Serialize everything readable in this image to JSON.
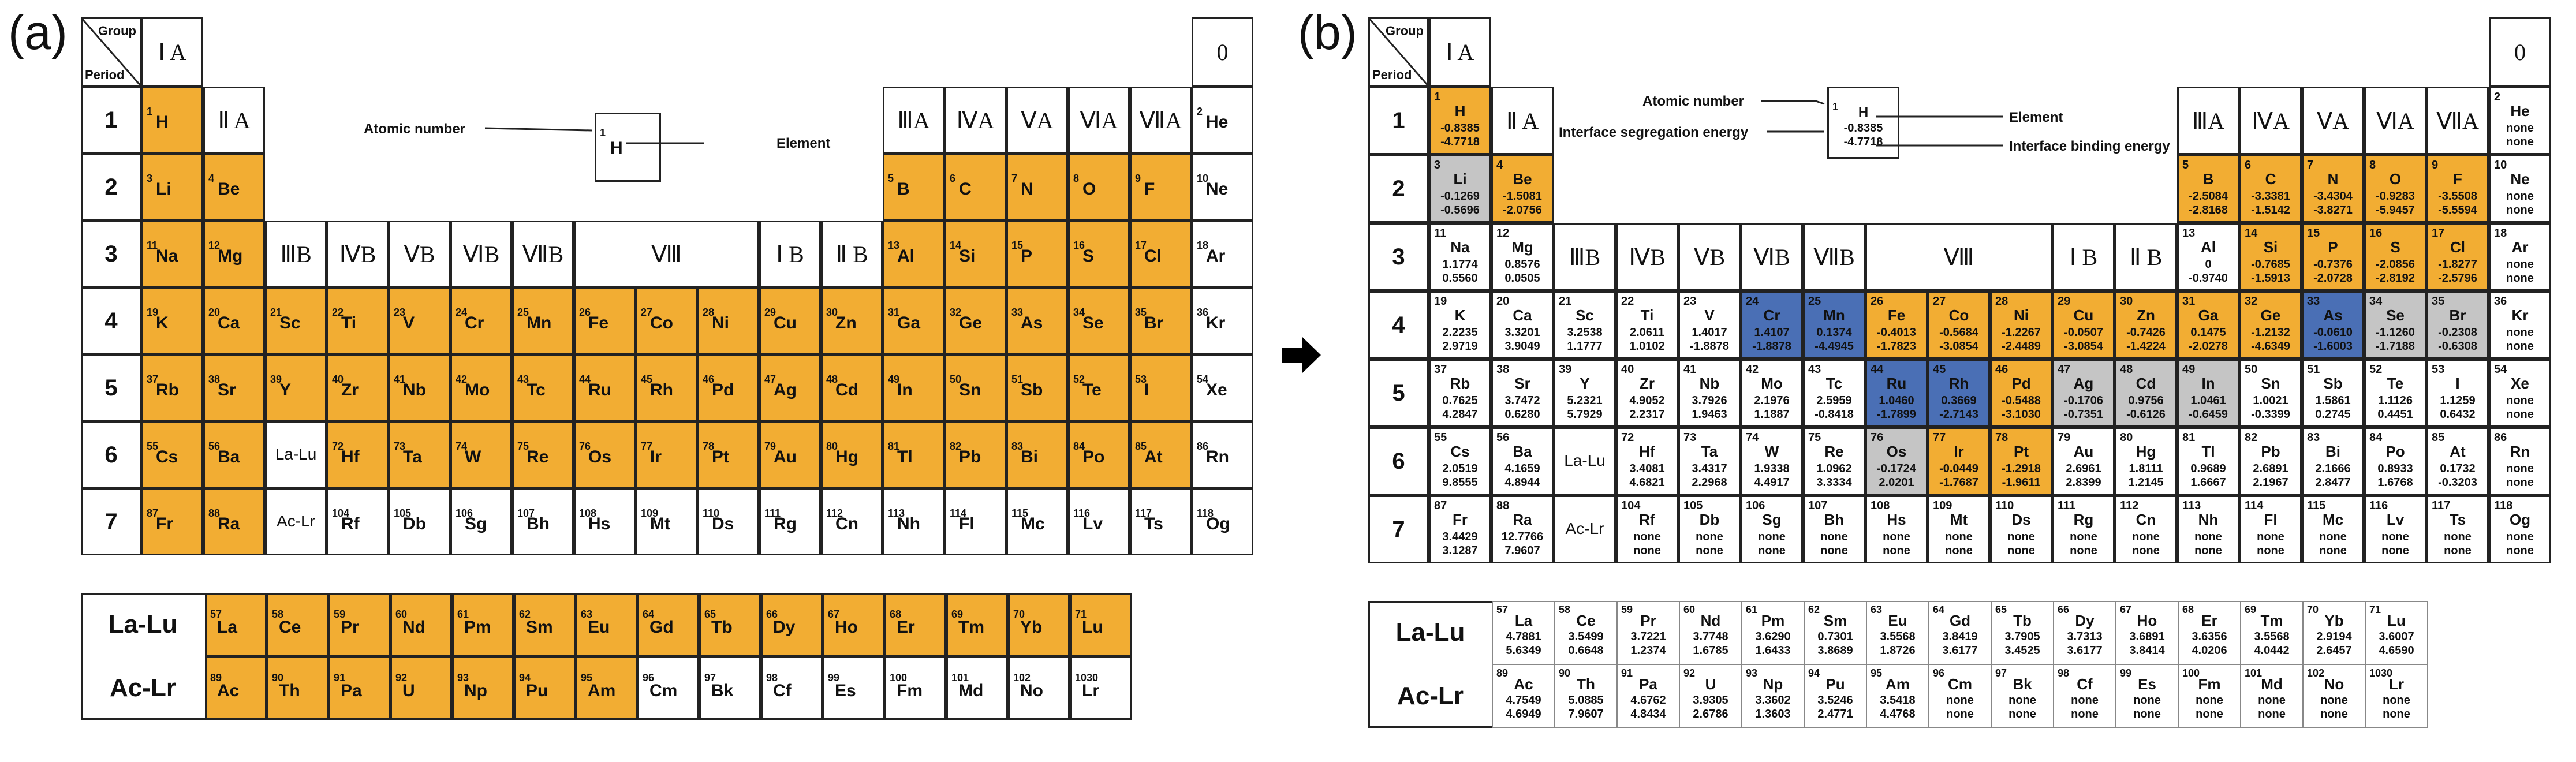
{
  "panel_labels": {
    "a": "(a)",
    "b": "(b)"
  },
  "group_header": "Group",
  "period_header": "Period",
  "groups_top": [
    {
      "label": "Ⅰ A",
      "col": 0,
      "row": 0
    },
    {
      "label": "Ⅱ A",
      "col": 1,
      "row": 1
    },
    {
      "label": "ⅢB",
      "col": 2,
      "row": 3
    },
    {
      "label": "ⅣB",
      "col": 3,
      "row": 3
    },
    {
      "label": "ⅤB",
      "col": 4,
      "row": 3
    },
    {
      "label": "ⅥB",
      "col": 5,
      "row": 3
    },
    {
      "label": "ⅦB",
      "col": 6,
      "row": 3
    },
    {
      "label": "Ⅷ",
      "col": 7,
      "row": 3,
      "span": 3
    },
    {
      "label": "Ⅰ B",
      "col": 10,
      "row": 3
    },
    {
      "label": "Ⅱ B",
      "col": 11,
      "row": 3
    },
    {
      "label": "ⅢA",
      "col": 12,
      "row": 1
    },
    {
      "label": "ⅣA",
      "col": 13,
      "row": 1
    },
    {
      "label": "ⅤA",
      "col": 14,
      "row": 1
    },
    {
      "label": "ⅥA",
      "col": 15,
      "row": 1
    },
    {
      "label": "ⅦA",
      "col": 16,
      "row": 1
    },
    {
      "label": "0",
      "col": 17,
      "row": 0
    }
  ],
  "periods": [
    "1",
    "2",
    "3",
    "4",
    "5",
    "6",
    "7"
  ],
  "legend_a": {
    "atomic_number_label": "Atomic number",
    "element_label": "Element",
    "num": "1",
    "sym": "H"
  },
  "legend_b": {
    "atomic_number_label": "Atomic number",
    "element_label": "Element",
    "seg_label": "Interface segregation energy",
    "bind_label": "Interface binding energy",
    "num": "1",
    "sym": "H",
    "v1": "-0.8385",
    "v2": "-4.7718"
  },
  "row_labels": {
    "la": "La-Lu",
    "ac": "Ac-Lr"
  },
  "colors": {
    "orange": "#f2ad33",
    "gray": "#c5c5c5",
    "blue": "#4a6fb5"
  },
  "elements": [
    {
      "n": "1",
      "s": "H",
      "p": 1,
      "c": 0,
      "a": "o",
      "b": "o",
      "v1": "-0.8385",
      "v2": "-4.7718"
    },
    {
      "n": "2",
      "s": "He",
      "p": 1,
      "c": 17,
      "a": "w",
      "b": "w",
      "v1": "none",
      "v2": "none"
    },
    {
      "n": "3",
      "s": "Li",
      "p": 2,
      "c": 0,
      "a": "o",
      "b": "g",
      "v1": "-0.1269",
      "v2": "-0.5696"
    },
    {
      "n": "4",
      "s": "Be",
      "p": 2,
      "c": 1,
      "a": "o",
      "b": "o",
      "v1": "-1.5081",
      "v2": "-2.0756"
    },
    {
      "n": "5",
      "s": "B",
      "p": 2,
      "c": 12,
      "a": "o",
      "b": "o",
      "v1": "-2.5084",
      "v2": "-2.8168"
    },
    {
      "n": "6",
      "s": "C",
      "p": 2,
      "c": 13,
      "a": "o",
      "b": "o",
      "v1": "-3.3381",
      "v2": "-1.5142"
    },
    {
      "n": "7",
      "s": "N",
      "p": 2,
      "c": 14,
      "a": "o",
      "b": "o",
      "v1": "-3.4304",
      "v2": "-3.8271"
    },
    {
      "n": "8",
      "s": "O",
      "p": 2,
      "c": 15,
      "a": "o",
      "b": "o",
      "v1": "-0.9283",
      "v2": "-5.9457"
    },
    {
      "n": "9",
      "s": "F",
      "p": 2,
      "c": 16,
      "a": "o",
      "b": "o",
      "v1": "-3.5508",
      "v2": "-5.5594"
    },
    {
      "n": "10",
      "s": "Ne",
      "p": 2,
      "c": 17,
      "a": "w",
      "b": "w",
      "v1": "none",
      "v2": "none"
    },
    {
      "n": "11",
      "s": "Na",
      "p": 3,
      "c": 0,
      "a": "o",
      "b": "w",
      "v1": "1.1774",
      "v2": "0.5560"
    },
    {
      "n": "12",
      "s": "Mg",
      "p": 3,
      "c": 1,
      "a": "o",
      "b": "w",
      "v1": "0.8576",
      "v2": "0.0505"
    },
    {
      "n": "13",
      "s": "Al",
      "p": 3,
      "c": 12,
      "a": "o",
      "b": "w",
      "v1": "0",
      "v2": "-0.9740"
    },
    {
      "n": "14",
      "s": "Si",
      "p": 3,
      "c": 13,
      "a": "o",
      "b": "o",
      "v1": "-0.7685",
      "v2": "-1.5913"
    },
    {
      "n": "15",
      "s": "P",
      "p": 3,
      "c": 14,
      "a": "o",
      "b": "o",
      "v1": "-0.7376",
      "v2": "-2.0728"
    },
    {
      "n": "16",
      "s": "S",
      "p": 3,
      "c": 15,
      "a": "o",
      "b": "o",
      "v1": "-2.0856",
      "v2": "-2.8192"
    },
    {
      "n": "17",
      "s": "Cl",
      "p": 3,
      "c": 16,
      "a": "o",
      "b": "o",
      "v1": "-1.8277",
      "v2": "-2.5796"
    },
    {
      "n": "18",
      "s": "Ar",
      "p": 3,
      "c": 17,
      "a": "w",
      "b": "w",
      "v1": "none",
      "v2": "none"
    },
    {
      "n": "19",
      "s": "K",
      "p": 4,
      "c": 0,
      "a": "o",
      "b": "w",
      "v1": "2.2235",
      "v2": "2.9719"
    },
    {
      "n": "20",
      "s": "Ca",
      "p": 4,
      "c": 1,
      "a": "o",
      "b": "w",
      "v1": "3.3201",
      "v2": "3.9049"
    },
    {
      "n": "21",
      "s": "Sc",
      "p": 4,
      "c": 2,
      "a": "o",
      "b": "w",
      "v1": "3.2538",
      "v2": "1.1777"
    },
    {
      "n": "22",
      "s": "Ti",
      "p": 4,
      "c": 3,
      "a": "o",
      "b": "w",
      "v1": "2.0611",
      "v2": "1.0102"
    },
    {
      "n": "23",
      "s": "V",
      "p": 4,
      "c": 4,
      "a": "o",
      "b": "w",
      "v1": "1.4017",
      "v2": "-1.8878"
    },
    {
      "n": "24",
      "s": "Cr",
      "p": 4,
      "c": 5,
      "a": "o",
      "b": "b",
      "v1": "1.4107",
      "v2": "-1.8878"
    },
    {
      "n": "25",
      "s": "Mn",
      "p": 4,
      "c": 6,
      "a": "o",
      "b": "b",
      "v1": "0.1374",
      "v2": "-4.4945"
    },
    {
      "n": "26",
      "s": "Fe",
      "p": 4,
      "c": 7,
      "a": "o",
      "b": "o",
      "v1": "-0.4013",
      "v2": "-1.7823"
    },
    {
      "n": "27",
      "s": "Co",
      "p": 4,
      "c": 8,
      "a": "o",
      "b": "o",
      "v1": "-0.5684",
      "v2": "-3.0854"
    },
    {
      "n": "28",
      "s": "Ni",
      "p": 4,
      "c": 9,
      "a": "o",
      "b": "o",
      "v1": "-1.2267",
      "v2": "-2.4489"
    },
    {
      "n": "29",
      "s": "Cu",
      "p": 4,
      "c": 10,
      "a": "o",
      "b": "o",
      "v1": "-0.0507",
      "v2": "-3.0854"
    },
    {
      "n": "30",
      "s": "Zn",
      "p": 4,
      "c": 11,
      "a": "o",
      "b": "o",
      "v1": "-0.7426",
      "v2": "-1.4224"
    },
    {
      "n": "31",
      "s": "Ga",
      "p": 4,
      "c": 12,
      "a": "o",
      "b": "o",
      "v1": "0.1475",
      "v2": "-2.0278"
    },
    {
      "n": "32",
      "s": "Ge",
      "p": 4,
      "c": 13,
      "a": "o",
      "b": "o",
      "v1": "-1.2132",
      "v2": "-4.6349"
    },
    {
      "n": "33",
      "s": "As",
      "p": 4,
      "c": 14,
      "a": "o",
      "b": "b",
      "v1": "-0.0610",
      "v2": "-1.6003"
    },
    {
      "n": "34",
      "s": "Se",
      "p": 4,
      "c": 15,
      "a": "o",
      "b": "g",
      "v1": "-1.1260",
      "v2": "-1.7188"
    },
    {
      "n": "35",
      "s": "Br",
      "p": 4,
      "c": 16,
      "a": "o",
      "b": "g",
      "v1": "-0.2308",
      "v2": "-0.6308"
    },
    {
      "n": "36",
      "s": "Kr",
      "p": 4,
      "c": 17,
      "a": "w",
      "b": "w",
      "v1": "none",
      "v2": "none"
    },
    {
      "n": "37",
      "s": "Rb",
      "p": 5,
      "c": 0,
      "a": "o",
      "b": "w",
      "v1": "0.7625",
      "v2": "4.2847"
    },
    {
      "n": "38",
      "s": "Sr",
      "p": 5,
      "c": 1,
      "a": "o",
      "b": "w",
      "v1": "3.7472",
      "v2": "0.6280"
    },
    {
      "n": "39",
      "s": "Y",
      "p": 5,
      "c": 2,
      "a": "o",
      "b": "w",
      "v1": "5.2321",
      "v2": "5.7929"
    },
    {
      "n": "40",
      "s": "Zr",
      "p": 5,
      "c": 3,
      "a": "o",
      "b": "w",
      "v1": "4.9052",
      "v2": "2.2317"
    },
    {
      "n": "41",
      "s": "Nb",
      "p": 5,
      "c": 4,
      "a": "o",
      "b": "w",
      "v1": "3.7926",
      "v2": "1.9463"
    },
    {
      "n": "42",
      "s": "Mo",
      "p": 5,
      "c": 5,
      "a": "o",
      "b": "w",
      "v1": "2.1976",
      "v2": "1.1887"
    },
    {
      "n": "43",
      "s": "Tc",
      "p": 5,
      "c": 6,
      "a": "o",
      "b": "w",
      "v1": "2.5959",
      "v2": "-0.8418"
    },
    {
      "n": "44",
      "s": "Ru",
      "p": 5,
      "c": 7,
      "a": "o",
      "b": "b",
      "v1": "1.0460",
      "v2": "-1.7899"
    },
    {
      "n": "45",
      "s": "Rh",
      "p": 5,
      "c": 8,
      "a": "o",
      "b": "b",
      "v1": "0.3669",
      "v2": "-2.7143"
    },
    {
      "n": "46",
      "s": "Pd",
      "p": 5,
      "c": 9,
      "a": "o",
      "b": "o",
      "v1": "-0.5488",
      "v2": "-3.1030"
    },
    {
      "n": "47",
      "s": "Ag",
      "p": 5,
      "c": 10,
      "a": "o",
      "b": "g",
      "v1": "-0.1706",
      "v2": "-0.7351"
    },
    {
      "n": "48",
      "s": "Cd",
      "p": 5,
      "c": 11,
      "a": "o",
      "b": "g",
      "v1": "0.9756",
      "v2": "-0.6126"
    },
    {
      "n": "49",
      "s": "In",
      "p": 5,
      "c": 12,
      "a": "o",
      "b": "g",
      "v1": "1.0461",
      "v2": "-0.6459"
    },
    {
      "n": "50",
      "s": "Sn",
      "p": 5,
      "c": 13,
      "a": "o",
      "b": "w",
      "v1": "1.0021",
      "v2": "-0.3399"
    },
    {
      "n": "51",
      "s": "Sb",
      "p": 5,
      "c": 14,
      "a": "o",
      "b": "w",
      "v1": "1.5861",
      "v2": "0.2745"
    },
    {
      "n": "52",
      "s": "Te",
      "p": 5,
      "c": 15,
      "a": "o",
      "b": "w",
      "v1": "1.1126",
      "v2": "0.4451"
    },
    {
      "n": "53",
      "s": "I",
      "p": 5,
      "c": 16,
      "a": "o",
      "b": "w",
      "v1": "1.1259",
      "v2": "0.6432"
    },
    {
      "n": "54",
      "s": "Xe",
      "p": 5,
      "c": 17,
      "a": "w",
      "b": "w",
      "v1": "none",
      "v2": "none"
    },
    {
      "n": "55",
      "s": "Cs",
      "p": 6,
      "c": 0,
      "a": "o",
      "b": "w",
      "v1": "2.0519",
      "v2": "9.8555"
    },
    {
      "n": "56",
      "s": "Ba",
      "p": 6,
      "c": 1,
      "a": "o",
      "b": "w",
      "v1": "4.1659",
      "v2": "4.8944"
    },
    {
      "n": "",
      "s": "La-Lu",
      "p": 6,
      "c": 2,
      "a": "w",
      "b": "w",
      "v1": "",
      "v2": "",
      "group": true
    },
    {
      "n": "72",
      "s": "Hf",
      "p": 6,
      "c": 3,
      "a": "o",
      "b": "w",
      "v1": "3.4081",
      "v2": "4.6821"
    },
    {
      "n": "73",
      "s": "Ta",
      "p": 6,
      "c": 4,
      "a": "o",
      "b": "w",
      "v1": "3.4317",
      "v2": "2.2968"
    },
    {
      "n": "74",
      "s": "W",
      "p": 6,
      "c": 5,
      "a": "o",
      "b": "w",
      "v1": "1.9338",
      "v2": "4.4917"
    },
    {
      "n": "75",
      "s": "Re",
      "p": 6,
      "c": 6,
      "a": "o",
      "b": "w",
      "v1": "1.0962",
      "v2": "3.3334"
    },
    {
      "n": "76",
      "s": "Os",
      "p": 6,
      "c": 7,
      "a": "o",
      "b": "g",
      "v1": "-0.1724",
      "v2": "2.0201"
    },
    {
      "n": "77",
      "s": "Ir",
      "p": 6,
      "c": 8,
      "a": "o",
      "b": "o",
      "v1": "-0.0449",
      "v2": "-1.7687"
    },
    {
      "n": "78",
      "s": "Pt",
      "p": 6,
      "c": 9,
      "a": "o",
      "b": "o",
      "v1": "-1.2918",
      "v2": "-1.9611"
    },
    {
      "n": "79",
      "s": "Au",
      "p": 6,
      "c": 10,
      "a": "o",
      "b": "w",
      "v1": "2.6961",
      "v2": "2.8399"
    },
    {
      "n": "80",
      "s": "Hg",
      "p": 6,
      "c": 11,
      "a": "o",
      "b": "w",
      "v1": "1.8111",
      "v2": "1.2145"
    },
    {
      "n": "81",
      "s": "Tl",
      "p": 6,
      "c": 12,
      "a": "o",
      "b": "w",
      "v1": "0.9689",
      "v2": "1.6667"
    },
    {
      "n": "82",
      "s": "Pb",
      "p": 6,
      "c": 13,
      "a": "o",
      "b": "w",
      "v1": "2.6891",
      "v2": "2.1967"
    },
    {
      "n": "83",
      "s": "Bi",
      "p": 6,
      "c": 14,
      "a": "o",
      "b": "w",
      "v1": "2.1666",
      "v2": "2.8477"
    },
    {
      "n": "84",
      "s": "Po",
      "p": 6,
      "c": 15,
      "a": "o",
      "b": "w",
      "v1": "0.8933",
      "v2": "1.6768"
    },
    {
      "n": "85",
      "s": "At",
      "p": 6,
      "c": 16,
      "a": "o",
      "b": "w",
      "v1": "0.1732",
      "v2": "-0.3203"
    },
    {
      "n": "86",
      "s": "Rn",
      "p": 6,
      "c": 17,
      "a": "w",
      "b": "w",
      "v1": "none",
      "v2": "none"
    },
    {
      "n": "87",
      "s": "Fr",
      "p": 7,
      "c": 0,
      "a": "o",
      "b": "w",
      "v1": "3.4429",
      "v2": "3.1287"
    },
    {
      "n": "88",
      "s": "Ra",
      "p": 7,
      "c": 1,
      "a": "o",
      "b": "w",
      "v1": "12.7766",
      "v2": "7.9607"
    },
    {
      "n": "",
      "s": "Ac-Lr",
      "p": 7,
      "c": 2,
      "a": "w",
      "b": "w",
      "v1": "",
      "v2": "",
      "group": true
    },
    {
      "n": "104",
      "s": "Rf",
      "p": 7,
      "c": 3,
      "a": "w",
      "b": "w",
      "v1": "none",
      "v2": "none"
    },
    {
      "n": "105",
      "s": "Db",
      "p": 7,
      "c": 4,
      "a": "w",
      "b": "w",
      "v1": "none",
      "v2": "none"
    },
    {
      "n": "106",
      "s": "Sg",
      "p": 7,
      "c": 5,
      "a": "w",
      "b": "w",
      "v1": "none",
      "v2": "none"
    },
    {
      "n": "107",
      "s": "Bh",
      "p": 7,
      "c": 6,
      "a": "w",
      "b": "w",
      "v1": "none",
      "v2": "none"
    },
    {
      "n": "108",
      "s": "Hs",
      "p": 7,
      "c": 7,
      "a": "w",
      "b": "w",
      "v1": "none",
      "v2": "none"
    },
    {
      "n": "109",
      "s": "Mt",
      "p": 7,
      "c": 8,
      "a": "w",
      "b": "w",
      "v1": "none",
      "v2": "none"
    },
    {
      "n": "110",
      "s": "Ds",
      "p": 7,
      "c": 9,
      "a": "w",
      "b": "w",
      "v1": "none",
      "v2": "none"
    },
    {
      "n": "111",
      "s": "Rg",
      "p": 7,
      "c": 10,
      "a": "w",
      "b": "w",
      "v1": "none",
      "v2": "none"
    },
    {
      "n": "112",
      "s": "Cn",
      "p": 7,
      "c": 11,
      "a": "w",
      "b": "w",
      "v1": "none",
      "v2": "none"
    },
    {
      "n": "113",
      "s": "Nh",
      "p": 7,
      "c": 12,
      "a": "w",
      "b": "w",
      "v1": "none",
      "v2": "none"
    },
    {
      "n": "114",
      "s": "Fl",
      "p": 7,
      "c": 13,
      "a": "w",
      "b": "w",
      "v1": "none",
      "v2": "none"
    },
    {
      "n": "115",
      "s": "Mc",
      "p": 7,
      "c": 14,
      "a": "w",
      "b": "w",
      "v1": "none",
      "v2": "none"
    },
    {
      "n": "116",
      "s": "Lv",
      "p": 7,
      "c": 15,
      "a": "w",
      "b": "w",
      "v1": "none",
      "v2": "none"
    },
    {
      "n": "117",
      "s": "Ts",
      "p": 7,
      "c": 16,
      "a": "w",
      "b": "w",
      "v1": "none",
      "v2": "none"
    },
    {
      "n": "118",
      "s": "Og",
      "p": 7,
      "c": 17,
      "a": "w",
      "b": "w",
      "v1": "none",
      "v2": "none"
    }
  ],
  "lanthanides": [
    {
      "n": "57",
      "s": "La",
      "a": "o",
      "v1": "4.7881",
      "v2": "5.6349"
    },
    {
      "n": "58",
      "s": "Ce",
      "a": "o",
      "v1": "3.5499",
      "v2": "0.6648"
    },
    {
      "n": "59",
      "s": "Pr",
      "a": "o",
      "v1": "3.7221",
      "v2": "1.2374"
    },
    {
      "n": "60",
      "s": "Nd",
      "a": "o",
      "v1": "3.7748",
      "v2": "1.6785"
    },
    {
      "n": "61",
      "s": "Pm",
      "a": "o",
      "v1": "3.6290",
      "v2": "1.6433"
    },
    {
      "n": "62",
      "s": "Sm",
      "a": "o",
      "v1": "0.7301",
      "v2": "3.8689"
    },
    {
      "n": "63",
      "s": "Eu",
      "a": "o",
      "v1": "3.5568",
      "v2": "1.8726"
    },
    {
      "n": "64",
      "s": "Gd",
      "a": "o",
      "v1": "3.8419",
      "v2": "3.6177"
    },
    {
      "n": "65",
      "s": "Tb",
      "a": "o",
      "v1": "3.7905",
      "v2": "3.4525"
    },
    {
      "n": "66",
      "s": "Dy",
      "a": "o",
      "v1": "3.7313",
      "v2": "3.6177"
    },
    {
      "n": "67",
      "s": "Ho",
      "a": "o",
      "v1": "3.6891",
      "v2": "3.8414"
    },
    {
      "n": "68",
      "s": "Er",
      "a": "o",
      "v1": "3.6356",
      "v2": "4.0206"
    },
    {
      "n": "69",
      "s": "Tm",
      "a": "o",
      "v1": "3.5568",
      "v2": "4.0442"
    },
    {
      "n": "70",
      "s": "Yb",
      "a": "o",
      "v1": "2.9194",
      "v2": "2.6457"
    },
    {
      "n": "71",
      "s": "Lu",
      "a": "o",
      "v1": "3.6007",
      "v2": "4.6590"
    }
  ],
  "actinides": [
    {
      "n": "89",
      "s": "Ac",
      "a": "o",
      "v1": "4.7549",
      "v2": "4.6949"
    },
    {
      "n": "90",
      "s": "Th",
      "a": "o",
      "v1": "5.0885",
      "v2": "7.9607"
    },
    {
      "n": "91",
      "s": "Pa",
      "a": "o",
      "v1": "4.6762",
      "v2": "4.8434"
    },
    {
      "n": "92",
      "s": "U",
      "a": "o",
      "v1": "3.9305",
      "v2": "2.6786"
    },
    {
      "n": "93",
      "s": "Np",
      "a": "o",
      "v1": "3.3602",
      "v2": "1.3603"
    },
    {
      "n": "94",
      "s": "Pu",
      "a": "o",
      "v1": "3.5246",
      "v2": "2.4771"
    },
    {
      "n": "95",
      "s": "Am",
      "a": "o",
      "v1": "3.5418",
      "v2": "4.4768"
    },
    {
      "n": "96",
      "s": "Cm",
      "a": "w",
      "v1": "none",
      "v2": "none"
    },
    {
      "n": "97",
      "s": "Bk",
      "a": "w",
      "v1": "none",
      "v2": "none"
    },
    {
      "n": "98",
      "s": "Cf",
      "a": "w",
      "v1": "none",
      "v2": "none"
    },
    {
      "n": "99",
      "s": "Es",
      "a": "w",
      "v1": "none",
      "v2": "none"
    },
    {
      "n": "100",
      "s": "Fm",
      "a": "w",
      "v1": "none",
      "v2": "none"
    },
    {
      "n": "101",
      "s": "Md",
      "a": "w",
      "v1": "none",
      "v2": "none"
    },
    {
      "n": "102",
      "s": "No",
      "a": "w",
      "v1": "none",
      "v2": "none"
    },
    {
      "n": "1030",
      "s": "Lr",
      "a": "w",
      "v1": "none",
      "v2": "none"
    }
  ]
}
